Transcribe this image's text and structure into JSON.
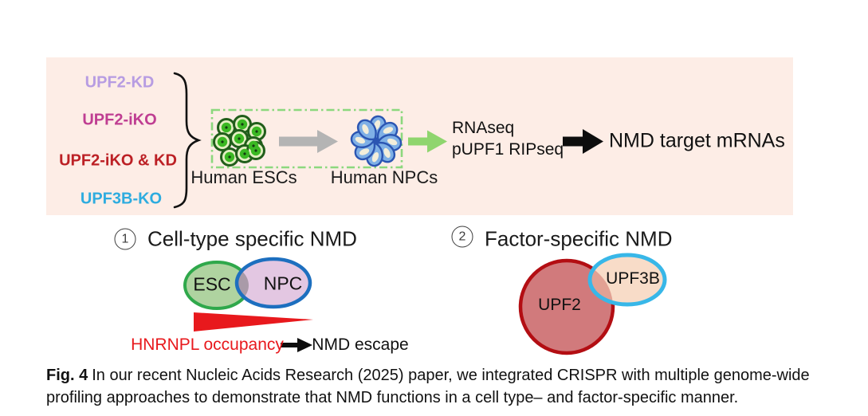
{
  "colors": {
    "panel_bg": "#fdede6",
    "lavender": "#b79ce2",
    "magenta": "#bf3e92",
    "dark_red": "#bc2025",
    "cyan": "#2eacdf",
    "gray_arrow": "#b4b4b4",
    "green_arrow": "#8fd56e",
    "black_arrow": "#0d0d0d",
    "dash_box_green": "#8cd87e",
    "esc_fill": "#afd3a0",
    "esc_stroke": "#2fa84b",
    "npc_fill": "#e3c7e2",
    "npc_stroke": "#1d6fbf",
    "venn1_overlap": "#a99aa8",
    "upf2_fill": "#d17a7c",
    "upf2_stroke": "#b30e13",
    "upf3b_fill": "#f8dcc8",
    "upf3b_stroke": "#38b7e8",
    "venn2_overlap": "#e2a193",
    "wedge_red": "#e8191d",
    "hnrnpl_red": "#e8191d"
  },
  "panel": {
    "conditions": [
      {
        "label": "UPF2-KD",
        "color": "#b79ce2"
      },
      {
        "label": "UPF2-iKO",
        "color": "#bf3e92"
      },
      {
        "label": "UPF2-iKO & KD",
        "color": "#bc2025"
      },
      {
        "label": "UPF3B-KO",
        "color": "#2eacdf"
      }
    ],
    "esc_label": "Human ESCs",
    "npc_label": "Human NPCs",
    "assay1": "RNAseq",
    "assay2": "pUPF1 RIPseq",
    "result": "NMD target mRNAs"
  },
  "sections": [
    {
      "number": "1",
      "title": "Cell-type specific NMD",
      "venn": {
        "left": "ESC",
        "right": "NPC"
      },
      "gradient_label": "HNRNPL occupancy",
      "outcome_label": "NMD escape"
    },
    {
      "number": "2",
      "title": "Factor-specific NMD",
      "venn": {
        "left": "UPF2",
        "right": "UPF3B"
      }
    }
  ],
  "caption": {
    "prefix": "Fig. 4",
    "text": "In our recent Nucleic Acids Research (2025) paper, we integrated CRISPR with multiple genome-wide profiling approaches to demonstrate that NMD functions in a cell type– and factor-specific manner."
  }
}
